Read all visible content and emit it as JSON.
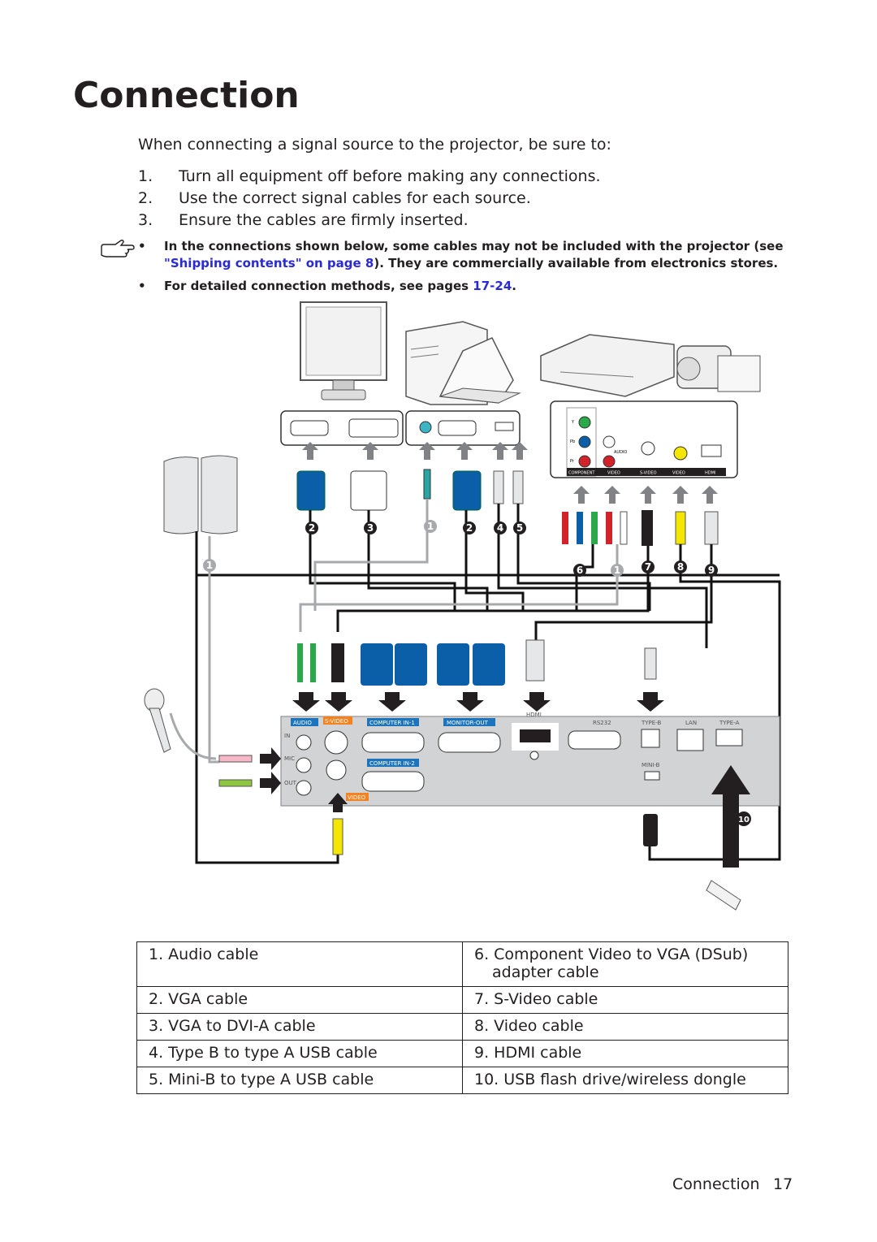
{
  "page": {
    "title": "Connection",
    "intro": "When connecting a signal source to the projector, be sure to:",
    "steps": [
      {
        "num": "1.",
        "text": "Turn all equipment off before making any connections."
      },
      {
        "num": "2.",
        "text": "Use the correct signal cables for each source."
      },
      {
        "num": "3.",
        "text": "Ensure the cables are firmly inserted."
      }
    ],
    "notes": {
      "note1_part1": "In the connections shown below, some cables may not be included with the projector (see",
      "note1_link": "\"Shipping contents\" on page 8",
      "note1_part2": "). They are commercially available from electronics stores.",
      "note2_text": "For detailed connection methods, see pages ",
      "note2_link": "17-24",
      "note2_end": "."
    },
    "footer": {
      "section": "Connection",
      "page": "17"
    }
  },
  "diagram": {
    "panel_labels": {
      "audio": "AUDIO",
      "in": "IN",
      "mic": "MIC",
      "out": "OUT",
      "svideo": "S-VIDEO",
      "video": "VIDEO",
      "computer_in_1": "COMPUTER IN-1",
      "monitor_out": "MONITOR-OUT",
      "computer_in_2": "COMPUTER IN-2",
      "hdmi": "HDMI",
      "rs232": "RS232",
      "type_b": "TYPE-B",
      "lan": "LAN",
      "type_a": "TYPE-A",
      "mini_b": "MINI-B"
    },
    "device_labels": {
      "y": "Y",
      "pb": "Pb",
      "pr": "Pr",
      "audio": "AUDIO",
      "component": "COMPONENT",
      "video": "VIDEO",
      "svideo": "S-VIDEO",
      "video2": "VIDEO",
      "hdmi": "HDMI"
    },
    "markers": [
      "1",
      "2",
      "3",
      "4",
      "5",
      "6",
      "7",
      "8",
      "9",
      "10"
    ]
  },
  "legend": {
    "rows": [
      {
        "left": "1. Audio cable",
        "right": "6. Component Video to VGA (DSub)",
        "right2": "adapter cable"
      },
      {
        "left": "2. VGA cable",
        "right": "7. S-Video cable",
        "right2": ""
      },
      {
        "left": "3. VGA to DVI-A cable",
        "right": "8. Video cable",
        "right2": ""
      },
      {
        "left": "4. Type B to type A USB cable",
        "right": "9. HDMI cable",
        "right2": ""
      },
      {
        "left": "5. Mini-B to type A USB cable",
        "right": "10. USB flash drive/wireless dongle",
        "right2": ""
      }
    ]
  },
  "colors": {
    "vga_blue": "#0a5fa8",
    "cable_dark": "#111111",
    "cable_gray": "#a7a9ac",
    "yellow": "#f4e600",
    "red": "#d2232a",
    "green": "#2aa84a",
    "panel": "#d1d3d4",
    "panel_label": "#1c75bc"
  }
}
